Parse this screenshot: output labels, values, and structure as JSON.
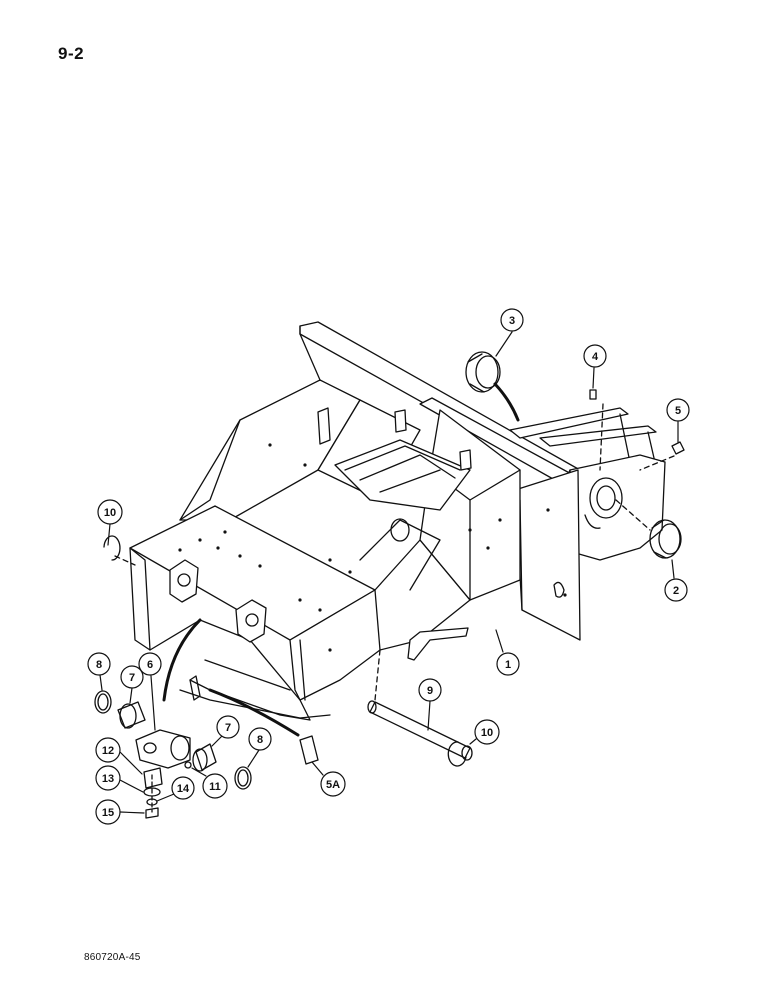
{
  "page": {
    "number": "9-2",
    "figure_code": "860720A-45"
  },
  "colors": {
    "ink": "#111111",
    "paper": "#ffffff"
  },
  "callouts": [
    {
      "id": "c1",
      "label": "1"
    },
    {
      "id": "c2",
      "label": "2"
    },
    {
      "id": "c3",
      "label": "3"
    },
    {
      "id": "c4",
      "label": "4"
    },
    {
      "id": "c5",
      "label": "5"
    },
    {
      "id": "c5a",
      "label": "5A"
    },
    {
      "id": "c6",
      "label": "6"
    },
    {
      "id": "c7a",
      "label": "7"
    },
    {
      "id": "c7b",
      "label": "7"
    },
    {
      "id": "c8a",
      "label": "8"
    },
    {
      "id": "c8b",
      "label": "8"
    },
    {
      "id": "c9",
      "label": "9"
    },
    {
      "id": "c10a",
      "label": "10"
    },
    {
      "id": "c10b",
      "label": "10"
    },
    {
      "id": "c11",
      "label": "11"
    },
    {
      "id": "c12",
      "label": "12"
    },
    {
      "id": "c13",
      "label": "13"
    },
    {
      "id": "c14",
      "label": "14"
    },
    {
      "id": "c15",
      "label": "15"
    }
  ]
}
